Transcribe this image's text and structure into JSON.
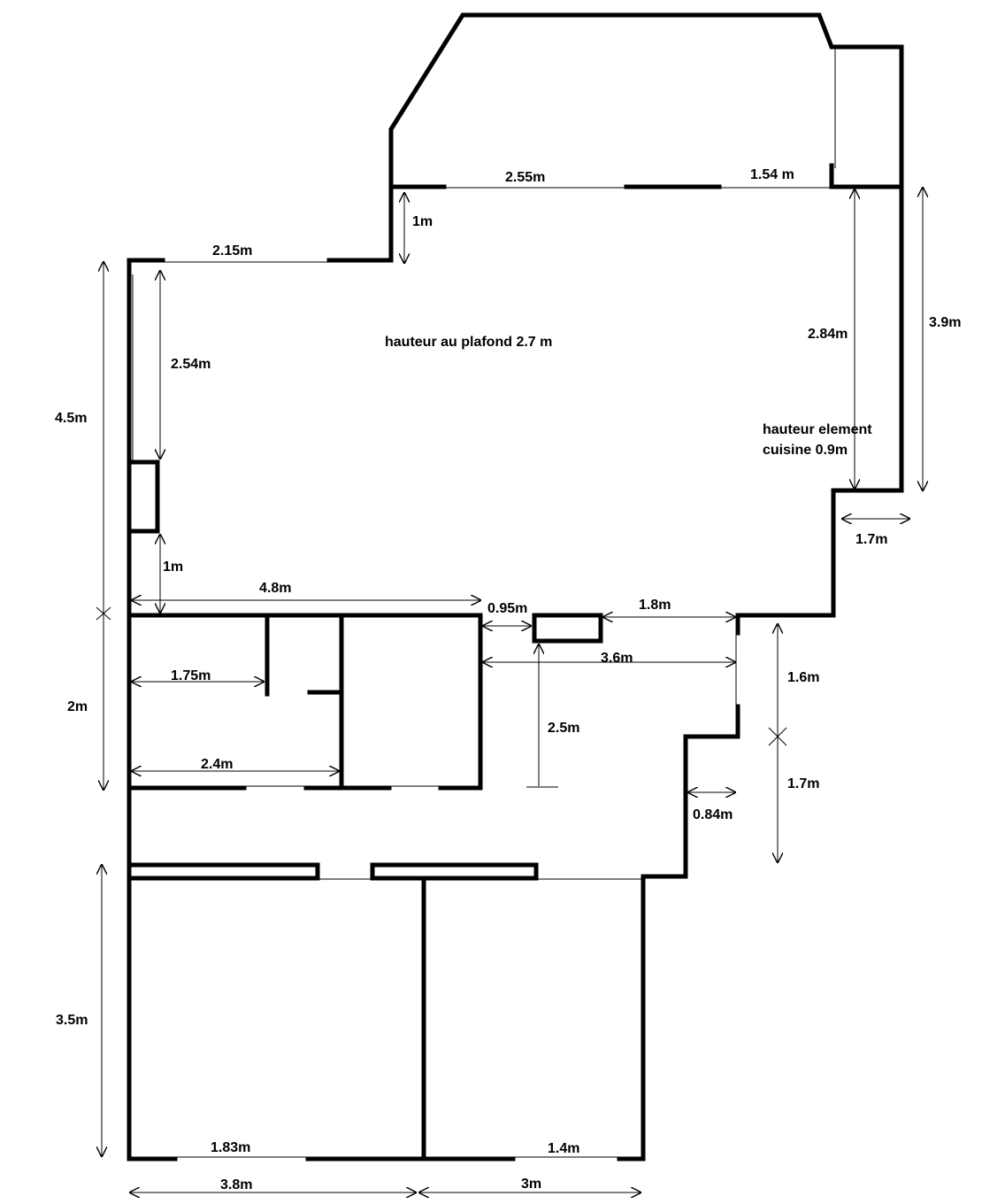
{
  "notes": {
    "ceiling_height": "hauteur au plafond 2.7 m",
    "kitchen_height_line1": "hauteur element",
    "kitchen_height_line2": "cuisine 0.9m"
  },
  "dimensions": {
    "top_window_left": "2.55m",
    "top_window_right": "1.54 m",
    "upper_step": "1m",
    "left_window": "2.15m",
    "left_wall_upper": "2.54m",
    "kitchen_wall": "2.84m",
    "right_total": "3.9m",
    "left_total": "4.5m",
    "left_wall_lower": "1m",
    "living_width": "4.8m",
    "passage": "0.95m",
    "kitchen_step": "1.7m",
    "right_segment": "1.8m",
    "bath_width": "1.75m",
    "hall_width": "3.6m",
    "corridor_depth": "2.5m",
    "right_upper": "1.6m",
    "right_lower": "1.7m",
    "small_step": "0.84m",
    "bath_depth": "2m",
    "rooms_width": "2.4m",
    "bedrooms_depth": "3.5m",
    "bedroom1_window": "1.83m",
    "bedroom2_window": "1.4m",
    "bedroom1_width": "3.8m",
    "bedroom2_width": "3m"
  }
}
